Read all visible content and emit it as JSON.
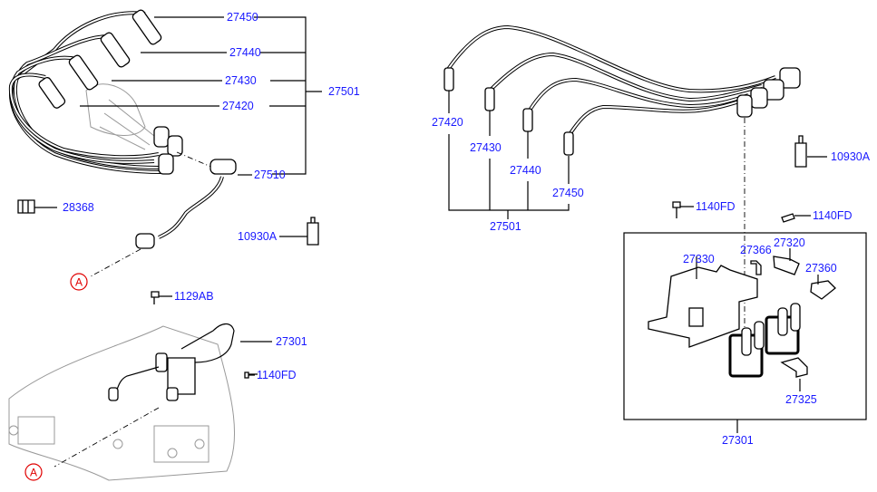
{
  "left_group": {
    "labels": [
      "27450",
      "27440",
      "27430",
      "27420",
      "27501",
      "27510",
      "28368",
      "10930A",
      "1129AB",
      "27301",
      "1140FD"
    ],
    "reference_marks": [
      "A",
      "A"
    ]
  },
  "right_group": {
    "labels": [
      "27420",
      "27430",
      "27440",
      "27450",
      "27501",
      "10930A",
      "1140FD",
      "1140FD",
      "27330",
      "27366",
      "27320",
      "27360",
      "27325",
      "27301"
    ]
  },
  "colors": {
    "label": "#1a1aff",
    "reference": "#e00000",
    "lines": "#000000"
  }
}
